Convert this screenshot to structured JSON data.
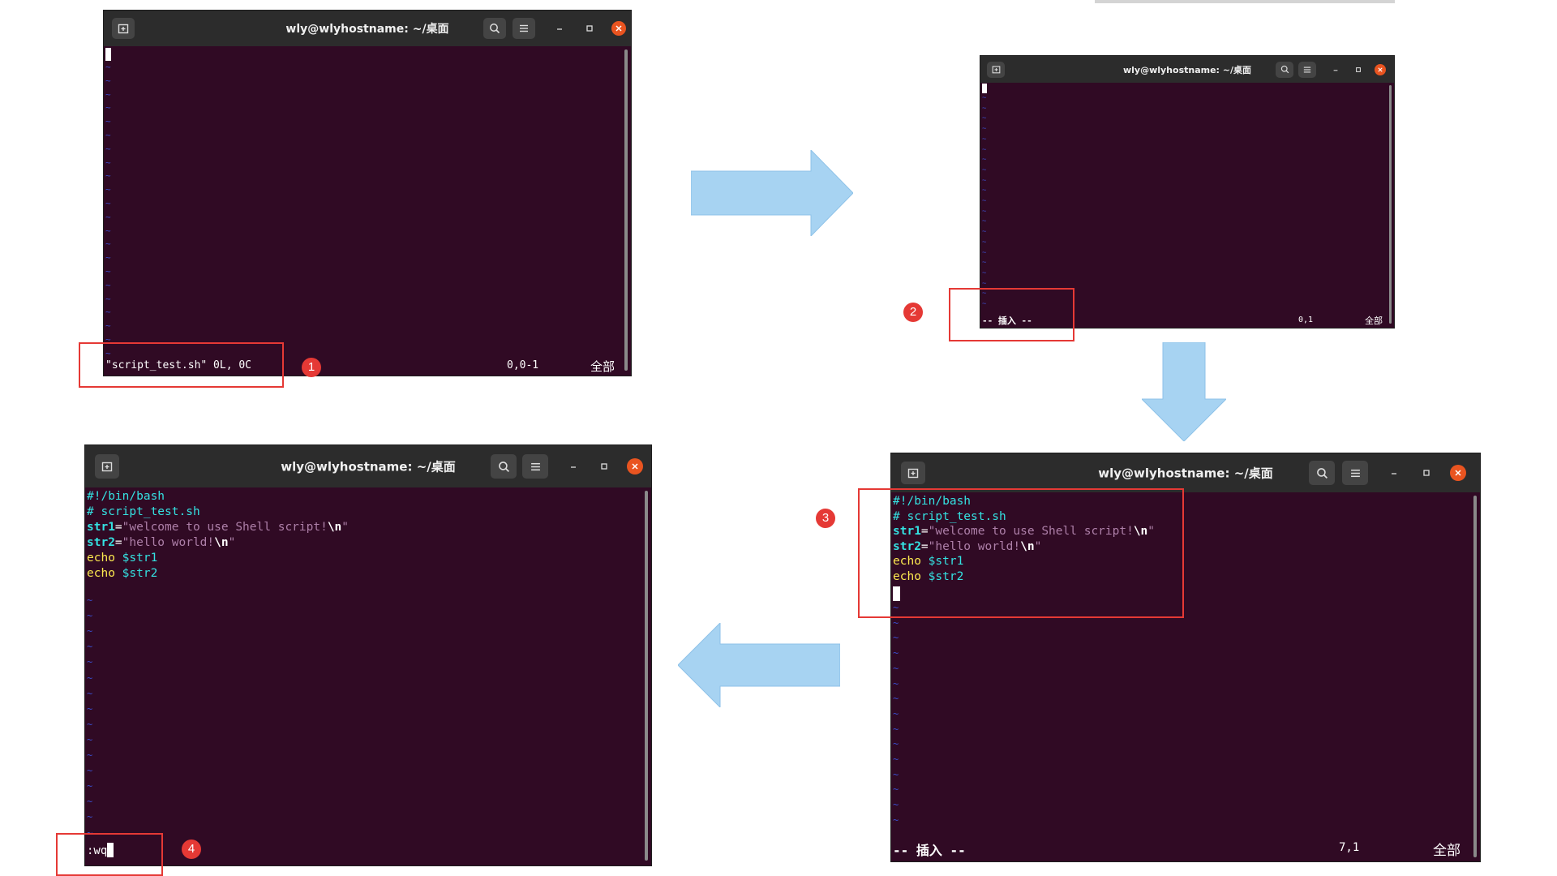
{
  "colors": {
    "terminal_bg": "#300a24",
    "titlebar_bg": "#2c2c2c",
    "close_button": "#e95420",
    "tilde": "#3a4cc8",
    "annotation_red": "#e53935",
    "arrow_fill": "#a7d3f2"
  },
  "terminals": [
    {
      "title": "wly@wlyhostname: ~/桌面",
      "status_left": "\"script_test.sh\" 0L, 0C",
      "status_pos": "0,0-1",
      "status_all": "全部",
      "annotation_number": "1"
    },
    {
      "title": "wly@wlyhostname: ~/桌面",
      "status_left": "-- 插入 --",
      "status_pos": "0,1",
      "status_all": "全部",
      "annotation_number": "2"
    },
    {
      "title": "wly@wlyhostname: ~/桌面",
      "status_left": "-- 插入 --",
      "status_pos": "7,1",
      "status_all": "全部",
      "annotation_number": "3"
    },
    {
      "title": "wly@wlyhostname: ~/桌面",
      "status_left": ":wq",
      "status_pos": "",
      "status_all": "",
      "annotation_number": "4"
    }
  ],
  "script": {
    "shebang": "#!/bin/bash",
    "comment": "# script_test.sh",
    "str1_name": "str1",
    "str1_eq": "=",
    "str1_open": "\"welcome to use Shell script!",
    "str1_esc": "\\n",
    "str1_close": "\"",
    "str2_name": "str2",
    "str2_eq": "=",
    "str2_open": "\"hello world!",
    "str2_esc": "\\n",
    "str2_close": "\"",
    "echo": "echo",
    "var1": "$str1",
    "var2": "$str2"
  },
  "tilde_char": "~"
}
